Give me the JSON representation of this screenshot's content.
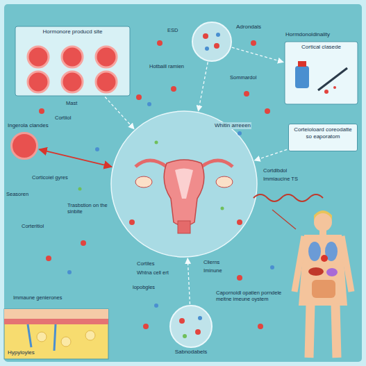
{
  "diagram": {
    "nodes": [
      {
        "text": [
          "Hormonore producd site"
        ]
      },
      {
        "text": [
          "Adrondals"
        ]
      },
      {
        "text": [
          "Hormdonoldinality",
          "Cortical clasede"
        ]
      },
      {
        "text": [
          "Corteioloard coreodatte so eaporatom"
        ]
      },
      {
        "text": [
          "Whitin arreeen"
        ]
      },
      {
        "text": [
          "Ingerola clandes"
        ]
      },
      {
        "text": [
          "Sabnodabels"
        ]
      },
      {
        "text": [
          "Hypyloyles"
        ]
      }
    ],
    "edges": [
      {
        "from": 0,
        "to": 4,
        "arrow": "to"
      },
      {
        "from": 1,
        "to": 4,
        "arrow": "to"
      },
      {
        "from": 1,
        "to": 2,
        "arrow": "to"
      },
      {
        "from": 3,
        "to": 4,
        "arrow": "to"
      },
      {
        "from": 5,
        "to": 4,
        "arrow": "both"
      },
      {
        "from": 6,
        "to": 4,
        "arrow": "to"
      }
    ],
    "labels": [
      "Hotbaill ramien",
      "Sommardol",
      "Cortiiol",
      "Corticoiel gyres",
      "Seasoren",
      "Corteritiol",
      "Trasbstion on the sinbite",
      "Cortiles",
      "Whtna cell ert",
      "Clierns",
      "Iminune",
      "lopobgles",
      "Immaune genierones",
      "Capornoidl opatien porndele meitne imeune oystem",
      "Cortdlbdol",
      "Immiaucine TS",
      "Mast",
      "ESD"
    ]
  }
}
